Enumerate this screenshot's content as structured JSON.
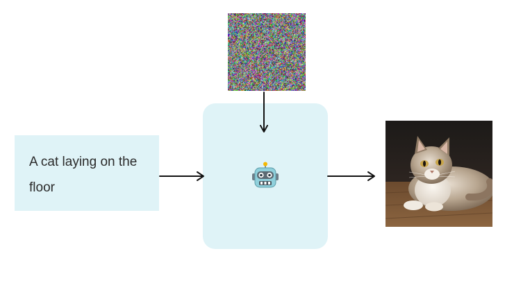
{
  "prompt": {
    "text": "A cat laying on the floor"
  },
  "noise": {
    "icon": "random-noise-image"
  },
  "model": {
    "icon": "robot-face-icon"
  },
  "output": {
    "icon": "cat-photo"
  },
  "colors": {
    "panel_fill": "#dff3f7",
    "arrow": "#111111",
    "text": "#2a2a2a"
  }
}
